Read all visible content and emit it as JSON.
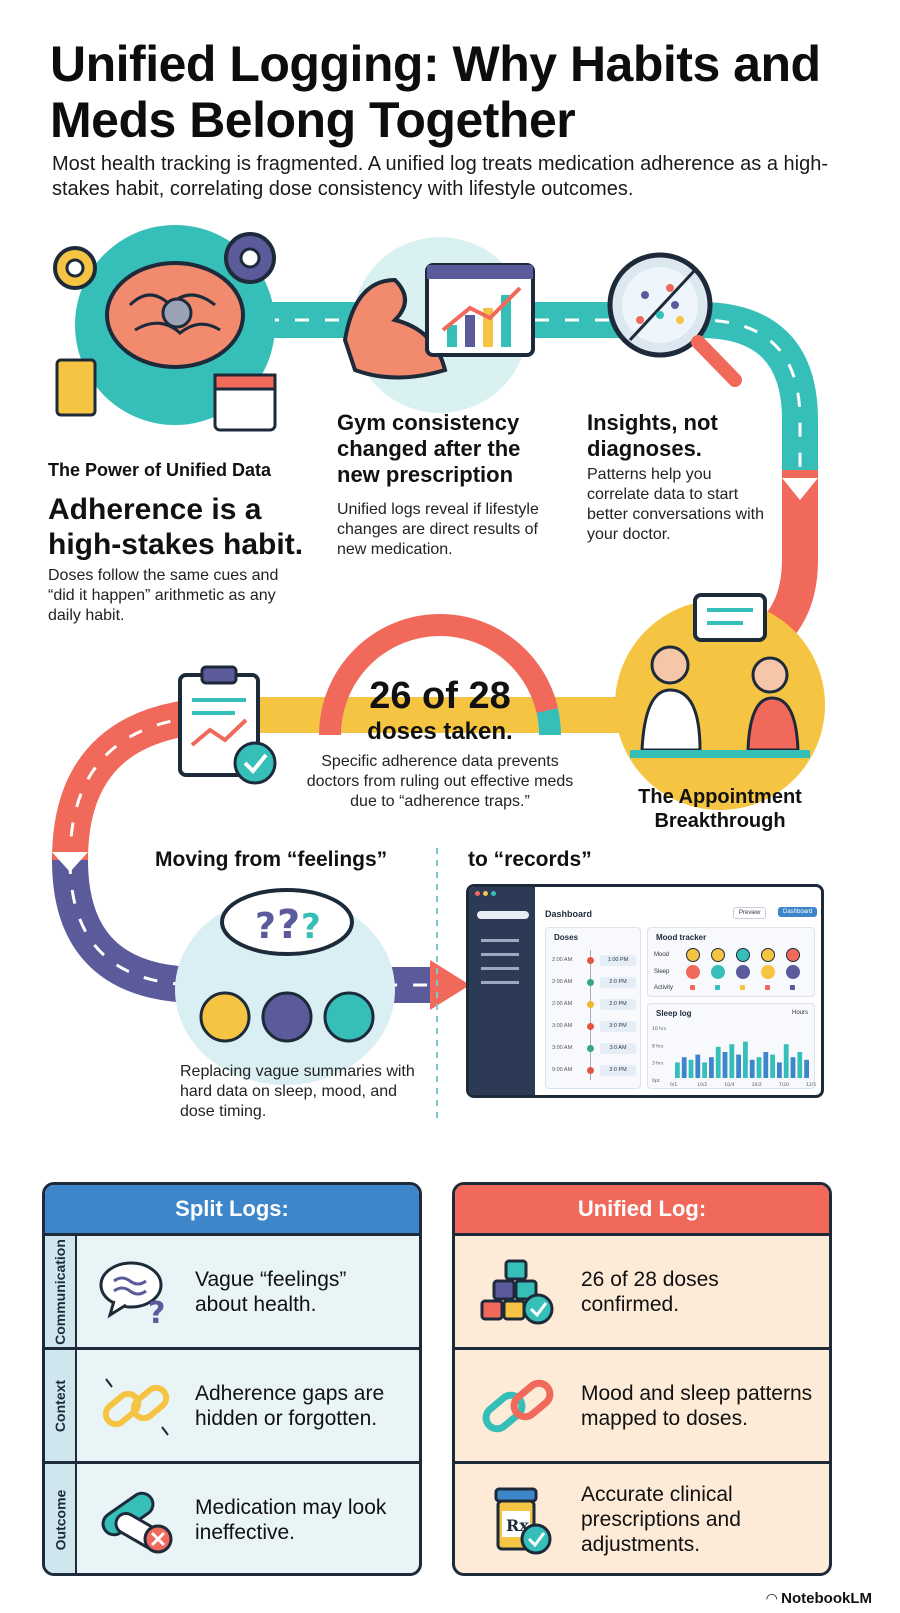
{
  "header": {
    "title": "Unified Logging: Why Habits and Meds Belong Together",
    "subtitle": "Most health tracking is fragmented. A unified log treats medication adherence as a high-stakes habit, correlating dose consistency with lifestyle outcomes."
  },
  "section_power": {
    "label": "The Power of Unified Data",
    "heading": "Adherence is a high-stakes habit.",
    "body": "Doses follow the same cues and “did it happen” arithmetic as any daily habit."
  },
  "section_gym": {
    "heading": "Gym consistency changed after the new prescription",
    "body": "Unified logs reveal if lifestyle changes are direct results of new medication."
  },
  "section_insights": {
    "heading": "Insights, not diagnoses.",
    "body": "Patterns help you correlate data to start better conversations with your doctor."
  },
  "section_doses": {
    "big": "26 of 28",
    "sub": "doses taken.",
    "body": "Specific adherence data prevents doctors from ruling out effective meds due to “adherence traps.”",
    "taken": 26,
    "total": 28
  },
  "section_appointment": {
    "label": "The Appointment Breakthrough"
  },
  "section_records": {
    "left_heading": "Moving from “feelings”",
    "right_heading": "to “records”",
    "body": "Replacing vague summaries with hard data on sleep, mood, and dose timing."
  },
  "dashboard": {
    "title": "Dashboard",
    "btn_preview": "Preview",
    "btn_dashboard": "Dashboard",
    "doses_title": "Doses",
    "dose_rows": [
      {
        "left": "2:00 AM",
        "right": "1:00 PM",
        "color": "#e4553f"
      },
      {
        "left": "2:00 AM",
        "right": "2:0 PM",
        "color": "#3aa58d"
      },
      {
        "left": "2:00 AM",
        "right": "2:0 PM",
        "color": "#f2b52e"
      },
      {
        "left": "3:00 AM",
        "right": "3:0 PM",
        "color": "#e4553f"
      },
      {
        "left": "3:00 AM",
        "right": "3:0 AM",
        "color": "#3aa58d"
      },
      {
        "left": "9:00 AM",
        "right": "3:0 PM",
        "color": "#e4553f"
      }
    ],
    "mood_title": "Mood tracker",
    "mood_label": "Mood",
    "sleep_label": "Sleep",
    "activity_label": "Activity",
    "sleep_title": "Sleep log",
    "sleep_hours": "Hours",
    "sleep_y": [
      "10 hrs",
      "8 hrs",
      "3 hrs",
      "0pt"
    ],
    "sleep_x": [
      "0/1",
      "10/2",
      "10/4",
      "10/2",
      "7/20",
      "12/5"
    ],
    "sleep_values": [
      3,
      4,
      3.5,
      4.5,
      3,
      4,
      6,
      5,
      6.5,
      4.5,
      7,
      3.5,
      4,
      5,
      4.5,
      3,
      6.5,
      4,
      5,
      3.5
    ]
  },
  "split_logs": {
    "title": "Split Logs:",
    "color": "#3c86c9",
    "rows": [
      {
        "side": "Communication",
        "text": "Vague “feelings” about health."
      },
      {
        "side": "Context",
        "text": "Adherence gaps are hidden or forgotten."
      },
      {
        "side": "Outcome",
        "text": "Medication may look ineffective."
      }
    ]
  },
  "unified_log": {
    "title": "Unified Log:",
    "color": "#f0695a",
    "rows": [
      {
        "text": "26 of 28 doses confirmed."
      },
      {
        "text": "Mood and sleep patterns mapped to doses."
      },
      {
        "text": "Accurate clinical prescriptions and adjustments."
      }
    ]
  },
  "footer": {
    "brand": "NotebookLM"
  },
  "colors": {
    "teal": "#36bfb8",
    "coral": "#f0695a",
    "purple": "#5b5a9a",
    "yellow": "#f6c443",
    "navy": "#1d2a3a"
  }
}
